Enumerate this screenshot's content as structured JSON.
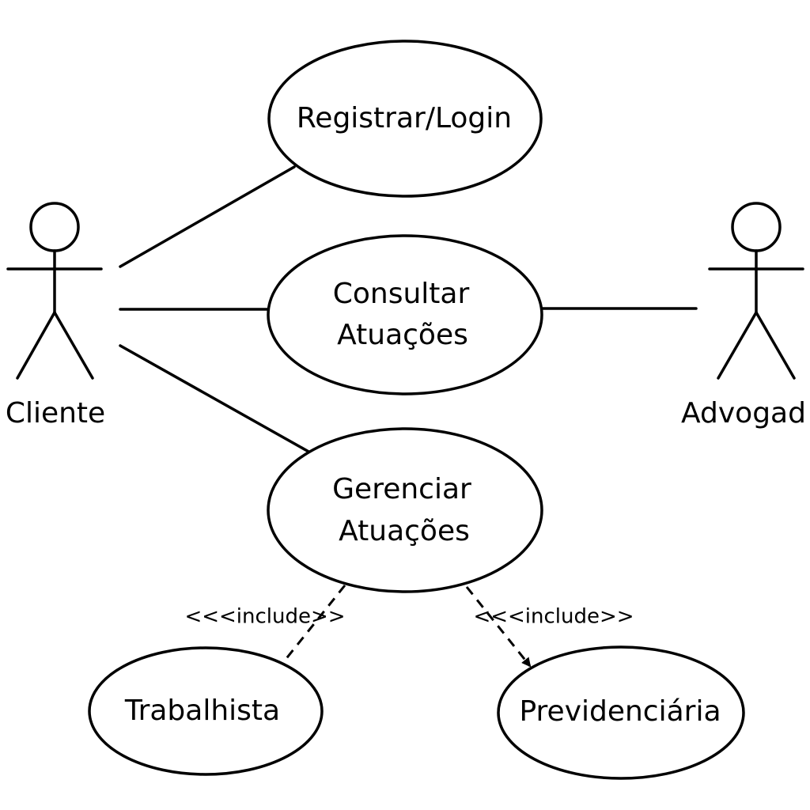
{
  "actors": {
    "cliente": {
      "name": "Cliente"
    },
    "advogado": {
      "name": "Advogad"
    }
  },
  "use_cases": {
    "registrar": {
      "line1": "Registrar/Login"
    },
    "consultar": {
      "line1": "Consultar",
      "line2": "Atuações"
    },
    "gerenciar": {
      "line1": "Gerenciar",
      "line2": "Atuações"
    },
    "trabalhista": {
      "line1": "Trabalhista"
    },
    "previdenciaria": {
      "line1": "Previdenciária"
    }
  },
  "relations": {
    "include_left": {
      "label": "<<<include>>"
    },
    "include_right": {
      "label": "<<<include>>"
    }
  },
  "colors": {
    "stroke": "#000000",
    "background": "#ffffff"
  }
}
